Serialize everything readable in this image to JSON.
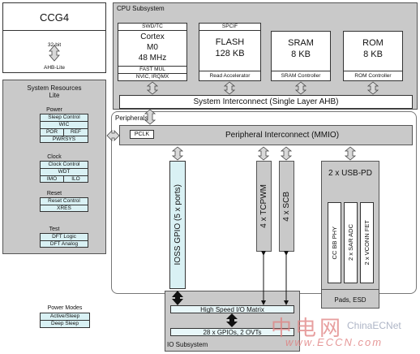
{
  "ccg4": {
    "title": "CCG4",
    "bus_width": "32-bit",
    "bus_name": "AHB-Lite"
  },
  "cpu": {
    "title": "CPU Subsystem",
    "swd": {
      "header": "SWD/TC",
      "name": "Cortex",
      "sub": "M0",
      "freq": "48 MHz",
      "fastmul": "FAST MUL",
      "nvic": "NVIC, IRQMX"
    },
    "flash": {
      "header": "SPCIF",
      "name": "FLASH",
      "size": "128 KB",
      "foot": "Read Accelerator"
    },
    "sram": {
      "name": "SRAM",
      "size": "8 KB",
      "foot": "SRAM Controller"
    },
    "rom": {
      "name": "ROM",
      "size": "8 KB",
      "foot": "ROM Controller"
    },
    "interconnect": "System Interconnect (Single Layer AHB)"
  },
  "sysres": {
    "title_line1": "System Resources",
    "title_line2": "Lite",
    "power": {
      "title": "Power",
      "sleep": "Sleep Control",
      "wic": "WIC",
      "por": "POR",
      "ref": "REF",
      "pwrsys": "PWRSYS"
    },
    "clock": {
      "title": "Clock",
      "ctrl": "Clock Control",
      "wdt": "WDT",
      "imo": "IMO",
      "ilo": "ILO"
    },
    "reset": {
      "title": "Reset",
      "ctrl": "Reset Control",
      "xres": "XRES"
    },
    "test": {
      "title": "Test",
      "dftlogic": "DFT Logic",
      "dftanalog": "DFT Analog"
    }
  },
  "peripherals": {
    "title": "Peripherals",
    "pclk": "PCLK",
    "interconnect": "Peripheral Interconnect (MMIO)",
    "gpio": "IOSS GPIO (5 x ports)",
    "tcpwm": "4 x TCPWM",
    "scb": "4 x SCB",
    "usbpd": {
      "title": "2 x USB-PD",
      "bbphy": "CC BB PHY",
      "sar": "2 x SAR ADC",
      "vconn": "2 x VCONN FET",
      "pads": "Pads, ESD"
    }
  },
  "powermodes": {
    "title": "Power Modes",
    "active": "Active/Sleep",
    "deep": "Deep Sleep"
  },
  "io": {
    "title": "IO Subsystem",
    "matrix": "High Speed I/O Matrix",
    "gpios": "28 x GPIOs, 2 OVTs"
  },
  "watermark": {
    "cn": "中电网",
    "url": "www.ECCN.com",
    "brand": "ChinaECNet"
  },
  "colors": {
    "block": "#c9c9c9",
    "cyan": "#d9f1f4",
    "watermark": "#e08080"
  }
}
